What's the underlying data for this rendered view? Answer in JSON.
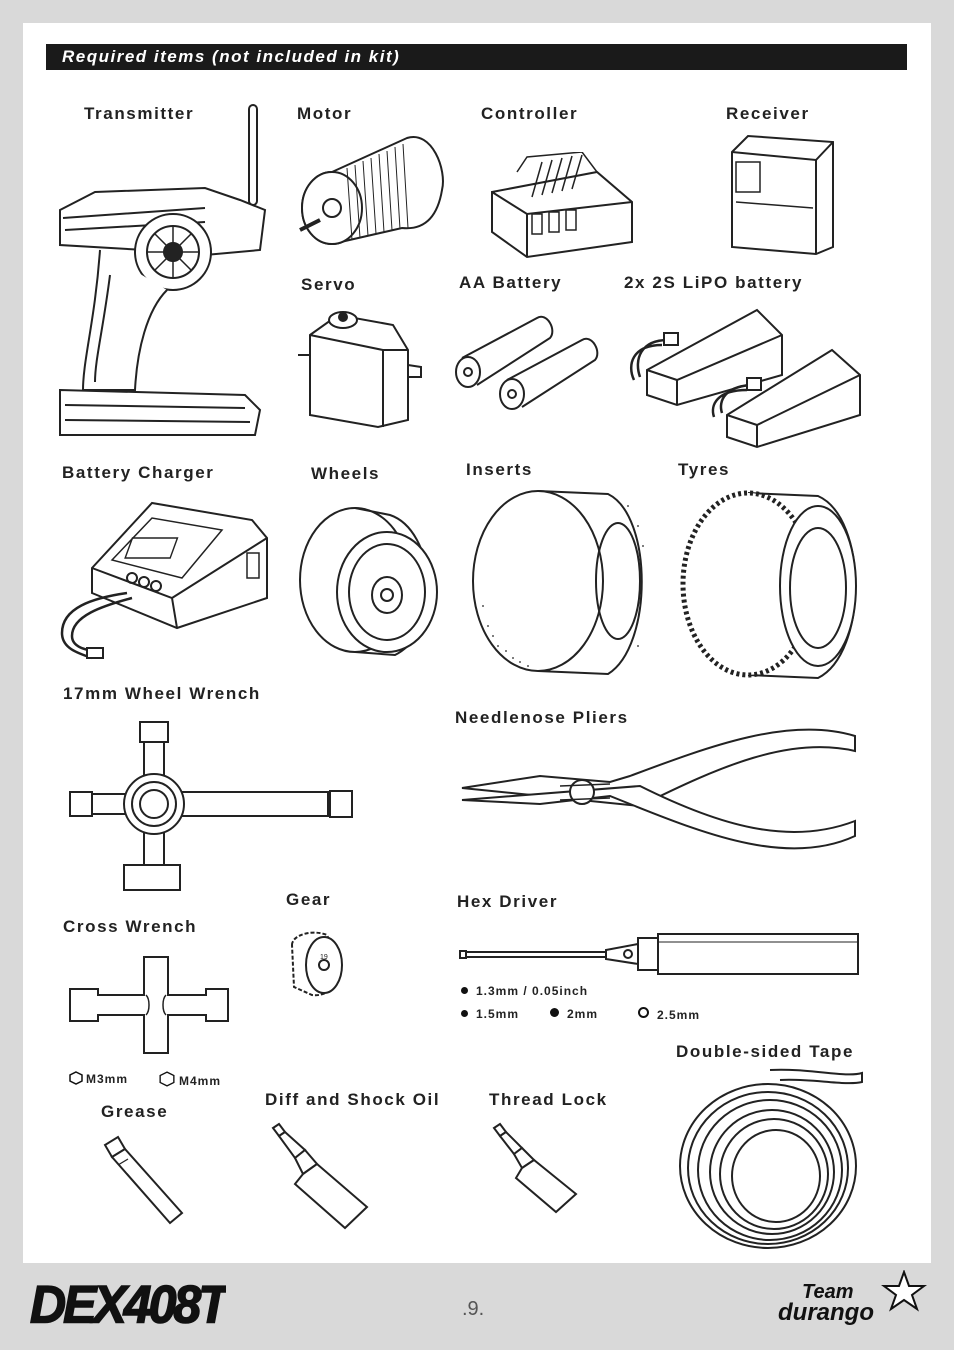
{
  "header": {
    "title": "Required items (not included in kit)"
  },
  "items": {
    "transmitter": "Transmitter",
    "motor": "Motor",
    "controller": "Controller",
    "receiver": "Receiver",
    "servo": "Servo",
    "aa_battery": "AA Battery",
    "lipo": "2x 2S LiPO battery",
    "charger": "Battery Charger",
    "wheels": "Wheels",
    "inserts": "Inserts",
    "tyres": "Tyres",
    "wheel_wrench": "17mm Wheel Wrench",
    "pliers": "Needlenose Pliers",
    "gear": "Gear",
    "hex_driver": "Hex Driver",
    "cross_wrench": "Cross Wrench",
    "tape": "Double-sided Tape",
    "grease": "Grease",
    "oil": "Diff and Shock Oil",
    "thread_lock": "Thread Lock"
  },
  "hex_sizes": {
    "s1": "1.3mm / 0.05inch",
    "s2": "1.5mm",
    "s3": "2mm",
    "s4": "2.5mm"
  },
  "cross_sizes": {
    "m3": "M3mm",
    "m4": "M4mm"
  },
  "gear_text": "19",
  "footer": {
    "page": ".9.",
    "model_logo": "DEX408T",
    "brand_logo_1": "Team",
    "brand_logo_2": "durango"
  }
}
